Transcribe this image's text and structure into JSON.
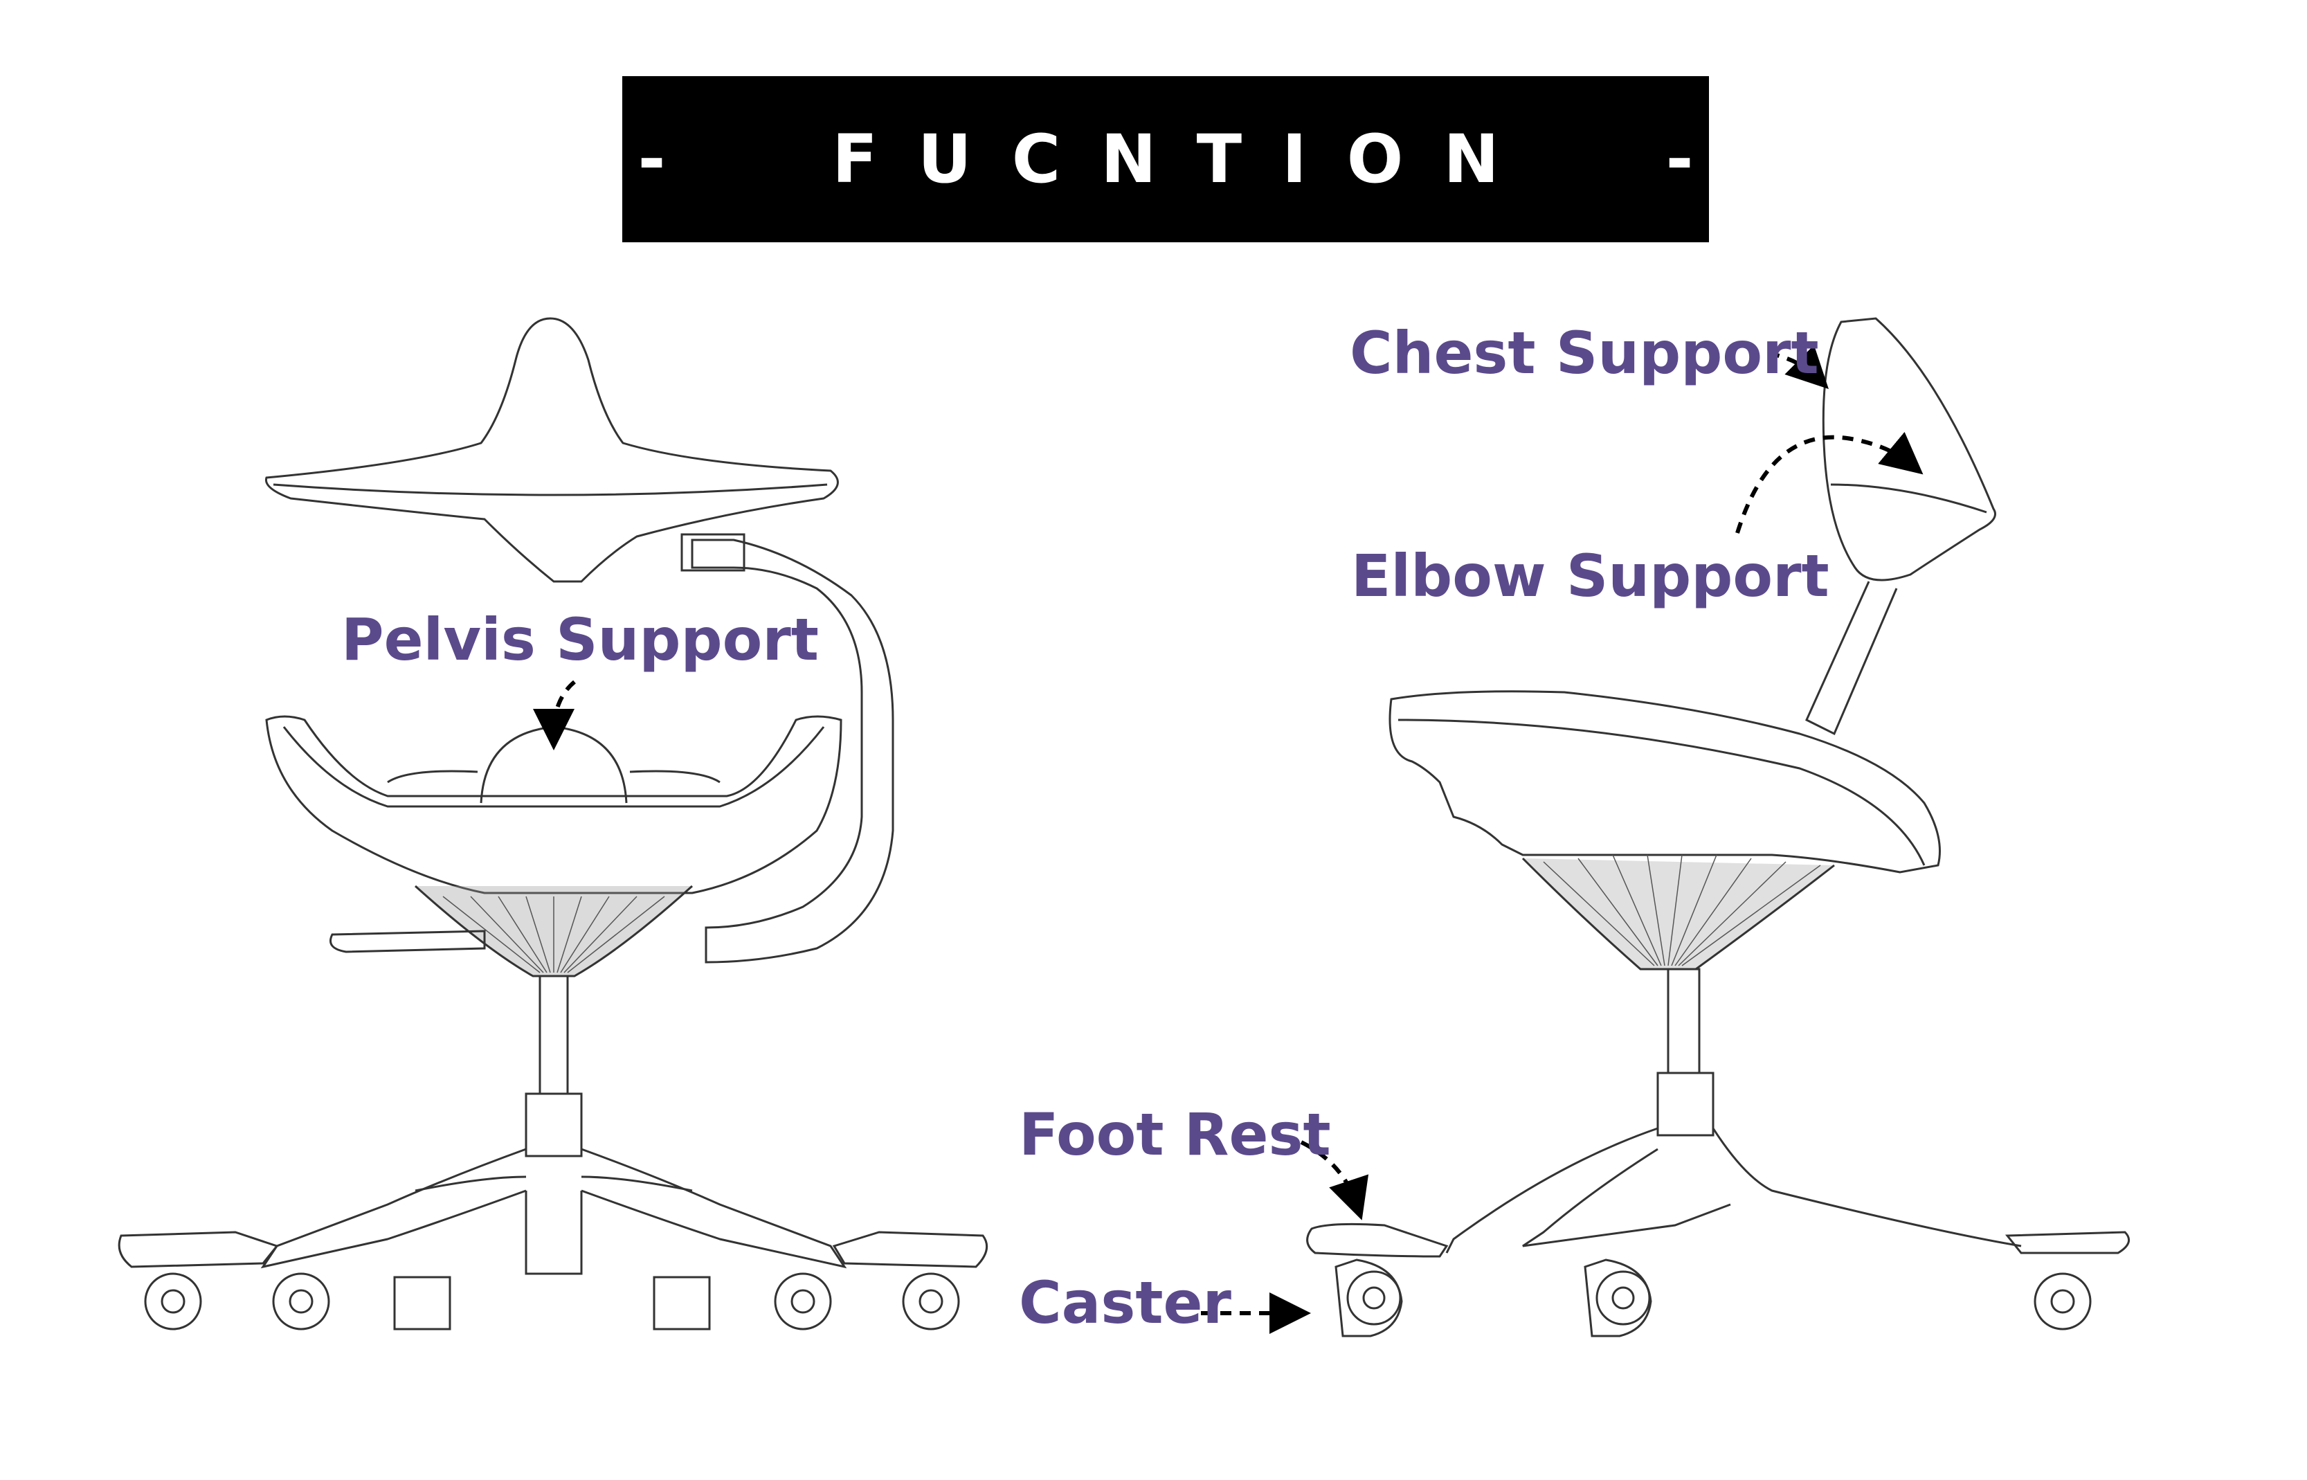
{
  "title": "-  FUCNTION  -",
  "labels": {
    "pelvis": "Pelvis Support",
    "chest": "Chest Support",
    "elbow": "Elbow Support",
    "foot": "Foot Rest",
    "caster": "Caster"
  },
  "colors": {
    "label": "#5b4a8b",
    "banner": "#000000",
    "line": "#333333"
  }
}
